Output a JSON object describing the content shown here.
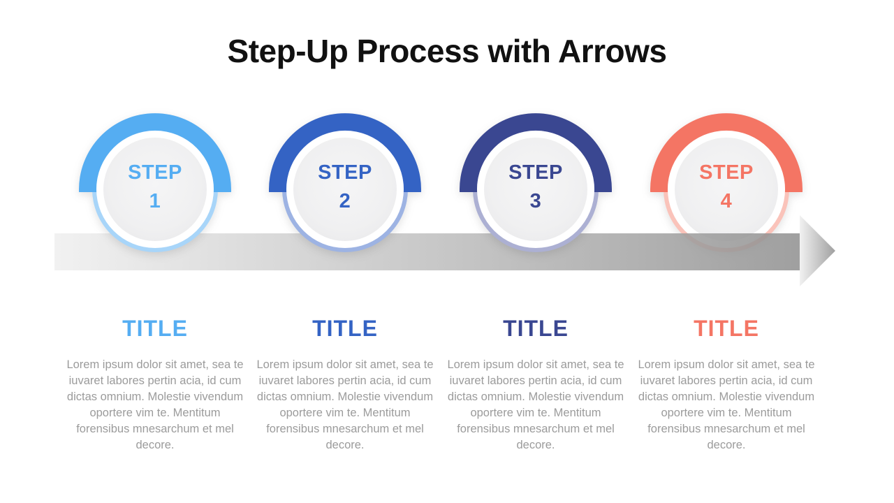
{
  "page": {
    "title": "Step-Up Process with Arrows",
    "background": "#FFFFFF",
    "title_color": "#111111"
  },
  "arrow": {
    "description": "horizontal gray process arrow pointing right",
    "gradient_start": "#EFEFEF",
    "gradient_end": "#8F8F8F"
  },
  "body_text_color": "#9B9B9B",
  "steps": [
    {
      "step_word": "STEP",
      "number": "1",
      "title": "TITLE",
      "color_main": "#55ADF2",
      "color_tint": "#A8D5F9",
      "body": "Lorem ipsum dolor sit amet, sea te iuvaret labores pertin acia, id cum dictas omnium. Molestie vivendum oportere vim te. Mentitum forensibus mnesarchum et mel decore."
    },
    {
      "step_word": "STEP",
      "number": "2",
      "title": "TITLE",
      "color_main": "#3463C4",
      "color_tint": "#9DB3E3",
      "body": "Lorem ipsum dolor sit amet, sea te iuvaret labores pertin acia, id cum dictas omnium. Molestie vivendum oportere vim te. Mentitum forensibus mnesarchum et mel decore."
    },
    {
      "step_word": "STEP",
      "number": "3",
      "title": "TITLE",
      "color_main": "#3A4791",
      "color_tint": "#ACB0D3",
      "body": "Lorem ipsum dolor sit amet, sea te iuvaret labores pertin acia, id cum dictas omnium. Molestie vivendum oportere vim te. Mentitum forensibus mnesarchum et mel decore."
    },
    {
      "step_word": "STEP",
      "number": "4",
      "title": "TITLE",
      "color_main": "#F47564",
      "color_tint": "#FAC3BA",
      "body": "Lorem ipsum dolor sit amet, sea te iuvaret labores pertin acia, id cum dictas omnium. Molestie vivendum oportere vim te. Mentitum forensibus mnesarchum et mel decore."
    }
  ]
}
